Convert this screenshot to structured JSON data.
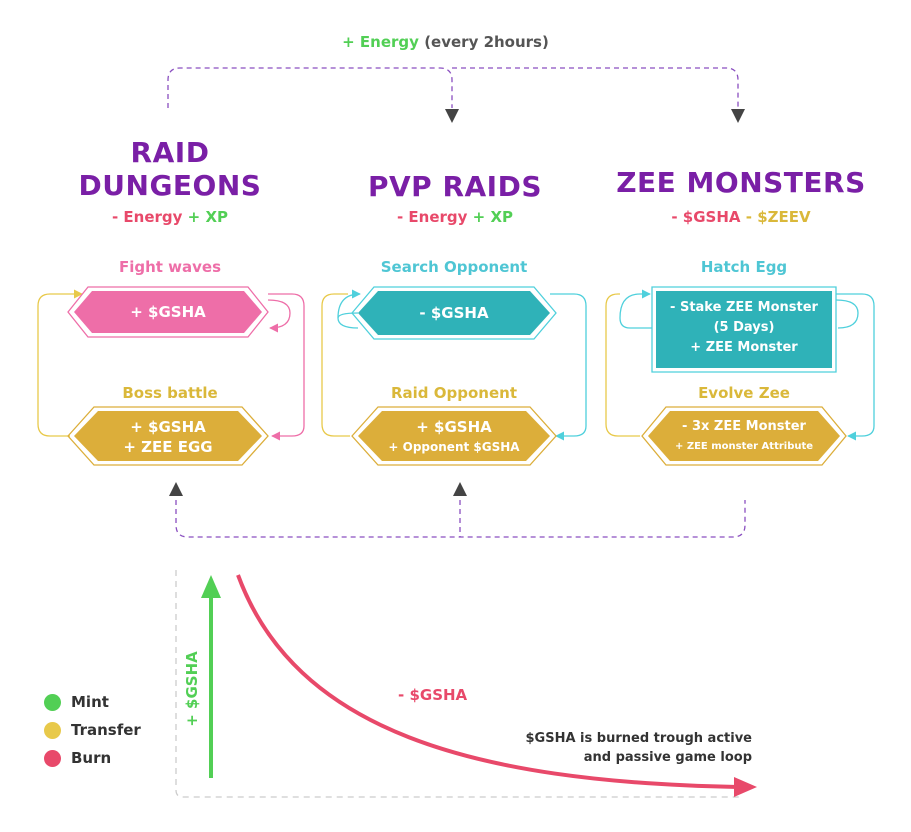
{
  "energy_header": {
    "energy": "+ Energy",
    "interval": "(every 2hours)"
  },
  "columns": {
    "raid": {
      "title_line1": "RAID",
      "title_line2": "DUNGEONS",
      "cost": "- Energy",
      "reward": "+ XP",
      "top_label": "Fight waves",
      "top_box": "+ $GSHA",
      "bottom_label": "Boss battle",
      "bottom_box_line1": "+ $GSHA",
      "bottom_box_line2": "+ ZEE EGG"
    },
    "pvp": {
      "title": "PVP RAIDS",
      "cost": "- Energy",
      "reward": "+ XP",
      "top_label": "Search Opponent",
      "top_box": "- $GSHA",
      "bottom_label": "Raid Opponent",
      "bottom_box_line1": "+ $GSHA",
      "bottom_box_line2": "+ Opponent $GSHA"
    },
    "zee": {
      "title": "ZEE MONSTERS",
      "cost1": "- $GSHA",
      "cost2": "- $ZEEV",
      "top_label": "Hatch Egg",
      "top_box_line1": "- Stake ZEE Monster",
      "top_box_line2": "(5 Days)",
      "top_box_line3": "+ ZEE Monster",
      "bottom_label": "Evolve Zee",
      "bottom_box_line1": "- 3x ZEE Monster",
      "bottom_box_line2": "+ ZEE monster Attribute"
    }
  },
  "graph": {
    "mint_axis_label": "+ $GSHA",
    "burn_label": "- $GSHA",
    "note_line1": "$GSHA is burned trough active",
    "note_line2": "and passive game loop"
  },
  "legend": [
    {
      "label": "Mint",
      "color": "#52cf55"
    },
    {
      "label": "Transfer",
      "color": "#e8c94a"
    },
    {
      "label": "Burn",
      "color": "#e8496a"
    }
  ],
  "colors": {
    "title": "#7a1fa6",
    "mint": "#52cf55",
    "transfer": "#dab83a",
    "burn": "#e8496a",
    "pink": "#ee6ea8",
    "teal": "#2fb2b8",
    "gold": "#dcae3a",
    "purple_dashed": "#8a4fc0"
  }
}
